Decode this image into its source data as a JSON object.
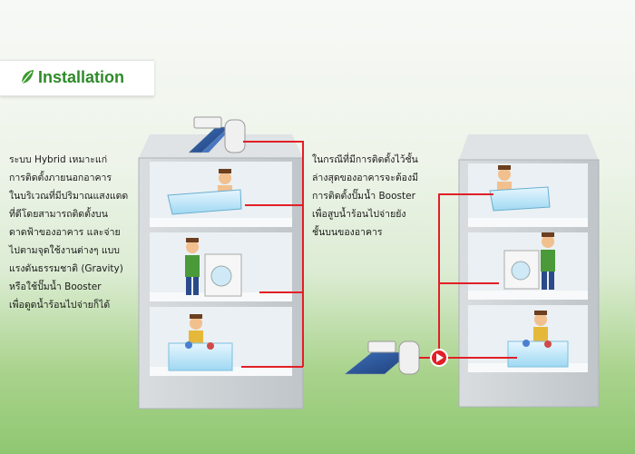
{
  "header": {
    "title": "Installation",
    "icon": "leaf-icon",
    "accent": "#2f8a2a"
  },
  "left_description": {
    "lines": [
      "ระบบ  Hybrid เหมาะแก่",
      "การติดตั้งภายนอกอาคาร",
      "ในบริเวณที่มีปริมาณแสงแดด",
      "ที่ดีโดยสามารถติดตั้งบน",
      "ดาดฟ้าของอาคาร และจ่าย",
      "ไปตามจุดใช้งานต่างๆ แบบ",
      "แรงดันธรรมชาติ (Gravity)",
      "หรือใช้ปั๊มน้ำ Booster",
      "เพื่อดูดน้ำร้อนไปจ่ายก็ได้"
    ]
  },
  "right_description": {
    "lines": [
      "ในกรณีที่มีการติดตั้งไว้ชั้น",
      "ล่างสุดของอาคารจะต้องมี",
      "การติดตั้งปั๊มน้ำ  Booster",
      "เพื่อสูบน้ำร้อนไปจ่ายยัง",
      "ชั้นบนของอาคาร"
    ]
  },
  "colors": {
    "pipe": "#e21f26",
    "building": "#c8cdd0",
    "floor": "#f2f4f5"
  }
}
